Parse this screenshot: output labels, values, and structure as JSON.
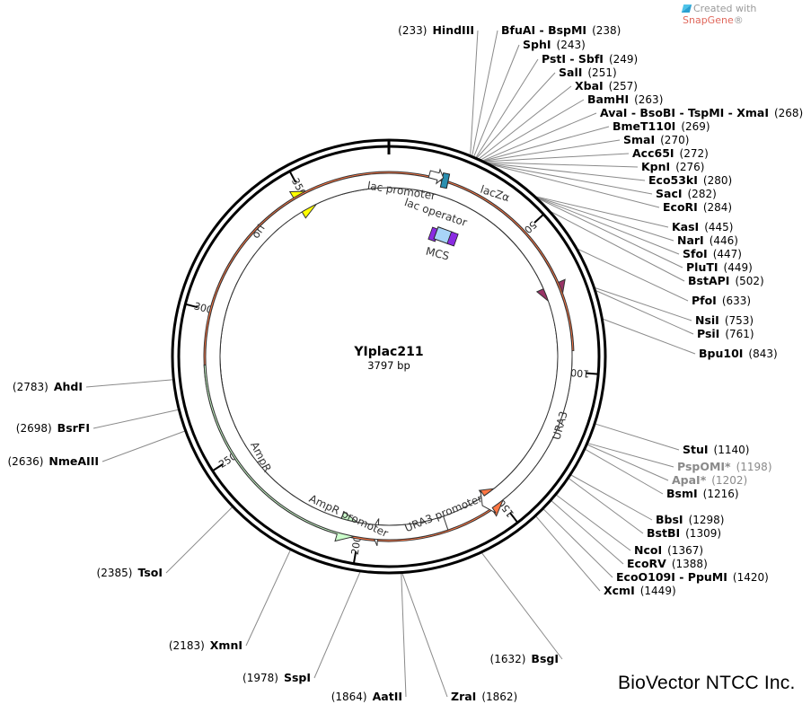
{
  "credit": {
    "prefix": "Created with ",
    "brand": "SnapGene",
    "suffix": "®"
  },
  "owner": "BioVector NTCC Inc.",
  "plasmid": {
    "name": "YIplac211",
    "length_label": "3797 bp",
    "length": 3797
  },
  "ticks": [
    "500",
    "1000",
    "1500",
    "2000",
    "2500",
    "3000",
    "3500"
  ],
  "features": [
    {
      "id": "ori",
      "label": "ori",
      "color": "#ffff00"
    },
    {
      "id": "lacZa",
      "label": "lacZα",
      "color": "#993366"
    },
    {
      "id": "ura3",
      "label": "URA3",
      "color": "#ff7744"
    },
    {
      "id": "ampr",
      "label": "AmpR",
      "color": "#ccffcc"
    },
    {
      "id": "ampr-promoter",
      "label": "AmpR promoter",
      "color": "#ffffff"
    },
    {
      "id": "ura3-promoter",
      "label": "URA3 promoter",
      "color": "#ffffff"
    },
    {
      "id": "lac-promoter",
      "label": "lac promoter",
      "color": "#ffffff"
    },
    {
      "id": "lac-operator",
      "label": "lac operator",
      "color": "#2b8fb0"
    },
    {
      "id": "mcs",
      "label": "MCS",
      "color": "#a8d4f8"
    }
  ],
  "sites": [
    {
      "name": "HindIII",
      "pos": "(233)",
      "side": "left"
    },
    {
      "name": "BfuAI - BspMI",
      "pos": "(238)",
      "side": "right"
    },
    {
      "name": "SphI",
      "pos": "(243)",
      "side": "right"
    },
    {
      "name": "PstI - SbfI",
      "pos": "(249)",
      "side": "right"
    },
    {
      "name": "SalI",
      "pos": "(251)",
      "side": "right"
    },
    {
      "name": "XbaI",
      "pos": "(257)",
      "side": "right"
    },
    {
      "name": "BamHI",
      "pos": "(263)",
      "side": "right"
    },
    {
      "name": "AvaI - BsoBI - TspMI - XmaI",
      "pos": "(268)",
      "side": "right"
    },
    {
      "name": "BmeT110I",
      "pos": "(269)",
      "side": "right"
    },
    {
      "name": "SmaI",
      "pos": "(270)",
      "side": "right"
    },
    {
      "name": "Acc65I",
      "pos": "(272)",
      "side": "right"
    },
    {
      "name": "KpnI",
      "pos": "(276)",
      "side": "right"
    },
    {
      "name": "Eco53kI",
      "pos": "(280)",
      "side": "right"
    },
    {
      "name": "SacI",
      "pos": "(282)",
      "side": "right"
    },
    {
      "name": "EcoRI",
      "pos": "(284)",
      "side": "right"
    },
    {
      "name": "KasI",
      "pos": "(445)",
      "side": "right"
    },
    {
      "name": "NarI",
      "pos": "(446)",
      "side": "right"
    },
    {
      "name": "SfoI",
      "pos": "(447)",
      "side": "right"
    },
    {
      "name": "PluTI",
      "pos": "(449)",
      "side": "right"
    },
    {
      "name": "BstAPI",
      "pos": "(502)",
      "side": "right"
    },
    {
      "name": "PfoI",
      "pos": "(633)",
      "side": "right"
    },
    {
      "name": "NsiI",
      "pos": "(753)",
      "side": "right"
    },
    {
      "name": "PsiI",
      "pos": "(761)",
      "side": "right"
    },
    {
      "name": "Bpu10I",
      "pos": "(843)",
      "side": "right"
    },
    {
      "name": "StuI",
      "pos": "(1140)",
      "side": "right"
    },
    {
      "name": "PspOMI*",
      "pos": "(1198)",
      "side": "right",
      "dim": true
    },
    {
      "name": "ApaI*",
      "pos": "(1202)",
      "side": "right",
      "dim": true
    },
    {
      "name": "BsmI",
      "pos": "(1216)",
      "side": "right"
    },
    {
      "name": "BbsI",
      "pos": "(1298)",
      "side": "right"
    },
    {
      "name": "BstBI",
      "pos": "(1309)",
      "side": "right"
    },
    {
      "name": "NcoI",
      "pos": "(1367)",
      "side": "right"
    },
    {
      "name": "EcoRV",
      "pos": "(1388)",
      "side": "right"
    },
    {
      "name": "EcoO109I - PpuMI",
      "pos": "(1420)",
      "side": "right"
    },
    {
      "name": "XcmI",
      "pos": "(1449)",
      "side": "right"
    },
    {
      "name": "BsgI",
      "pos": "(1632)",
      "side": "left"
    },
    {
      "name": "ZraI",
      "pos": "(1862)",
      "side": "right"
    },
    {
      "name": "AatII",
      "pos": "(1864)",
      "side": "left"
    },
    {
      "name": "SspI",
      "pos": "(1978)",
      "side": "left"
    },
    {
      "name": "XmnI",
      "pos": "(2183)",
      "side": "left"
    },
    {
      "name": "TsoI",
      "pos": "(2385)",
      "side": "left"
    },
    {
      "name": "NmeAIII",
      "pos": "(2636)",
      "side": "left"
    },
    {
      "name": "BsrFI",
      "pos": "(2698)",
      "side": "left"
    },
    {
      "name": "AhdI",
      "pos": "(2783)",
      "side": "left"
    }
  ]
}
